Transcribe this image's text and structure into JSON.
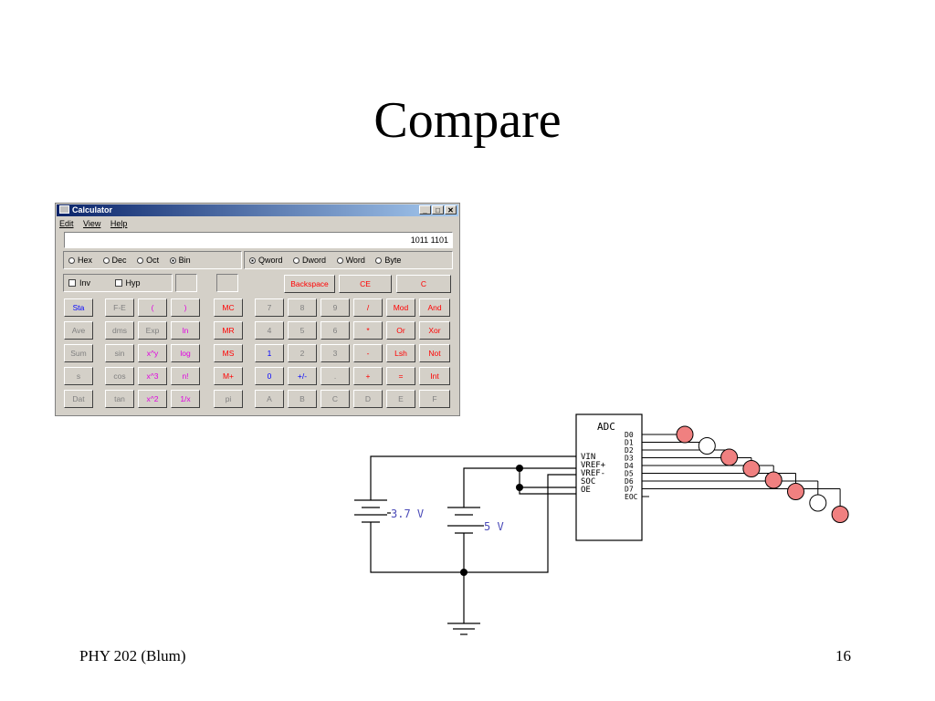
{
  "slide": {
    "title": "Compare",
    "footer_left": "PHY 202 (Blum)",
    "page_number": "16"
  },
  "calculator": {
    "window_title": "Calculator",
    "menu": [
      "Edit",
      "View",
      "Help"
    ],
    "display_value": "1011 1101",
    "number_base": {
      "options": [
        "Hex",
        "Dec",
        "Oct",
        "Bin"
      ],
      "selected": "Bin"
    },
    "word_size": {
      "options": [
        "Qword",
        "Dword",
        "Word",
        "Byte"
      ],
      "selected": "Qword"
    },
    "checkboxes": {
      "inv": "Inv",
      "hyp": "Hyp"
    },
    "top_buttons": {
      "backspace": "Backspace",
      "ce": "CE",
      "c": "C"
    },
    "stat_buttons": [
      "Sta",
      "Ave",
      "Sum",
      "s",
      "Dat"
    ],
    "sci_col1": [
      "F-E",
      "dms",
      "sin",
      "cos",
      "tan"
    ],
    "sci_col2": [
      "(",
      "Exp",
      "x^y",
      "x^3",
      "x^2"
    ],
    "sci_col3": [
      ")",
      "ln",
      "log",
      "n!",
      "1/x"
    ],
    "memory_buttons": [
      "MC",
      "MR",
      "MS",
      "M+",
      "pi"
    ],
    "num_col1": [
      "7",
      "4",
      "1",
      "0",
      "A"
    ],
    "num_col2": [
      "8",
      "5",
      "2",
      "+/-",
      "B"
    ],
    "num_col3": [
      "9",
      "6",
      "3",
      ".",
      "C"
    ],
    "op_col1": [
      "/",
      "*",
      "-",
      "+",
      "D"
    ],
    "op_col2": [
      "Mod",
      "Or",
      "Lsh",
      "=",
      "E"
    ],
    "op_col3": [
      "And",
      "Xor",
      "Not",
      "Int",
      "F"
    ]
  },
  "circuit": {
    "adc_label": "ADC",
    "inputs": [
      "VIN",
      "VREF+",
      "VREF-",
      "SOC",
      "OE"
    ],
    "outputs": [
      "D0",
      "D1",
      "D2",
      "D3",
      "D4",
      "D5",
      "D6",
      "D7",
      "EOC"
    ],
    "battery1_label": "3.7 V",
    "battery2_label": "5 V",
    "led_states": [
      "on",
      "off",
      "on",
      "on",
      "on",
      "on",
      "off",
      "on"
    ],
    "colors": {
      "led_on": "#f08080",
      "led_off": "#ffffff",
      "label_blue": "#4a4ab8"
    }
  }
}
